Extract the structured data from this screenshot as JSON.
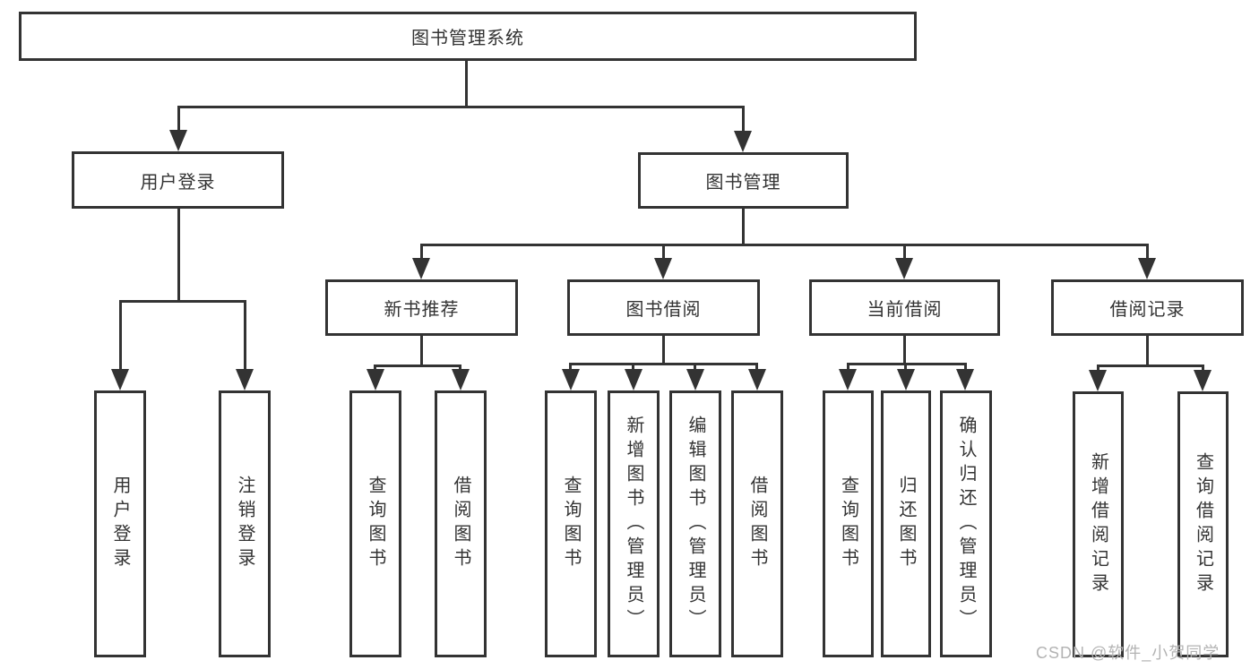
{
  "diagram": {
    "tree": {
      "label": "图书管理系统",
      "children": [
        {
          "label": "用户登录",
          "children": [
            {
              "label": "用户登录"
            },
            {
              "label": "注销登录"
            }
          ]
        },
        {
          "label": "图书管理",
          "children": [
            {
              "label": "新书推荐",
              "children": [
                {
                  "label": "查询图书"
                },
                {
                  "label": "借阅图书"
                }
              ]
            },
            {
              "label": "图书借阅",
              "children": [
                {
                  "label": "查询图书"
                },
                {
                  "label": "新增图书（管理员）"
                },
                {
                  "label": "编辑图书（管理员）"
                },
                {
                  "label": "借阅图书"
                }
              ]
            },
            {
              "label": "当前借阅",
              "children": [
                {
                  "label": "查询图书"
                },
                {
                  "label": "归还图书"
                },
                {
                  "label": "确认归还（管理员）"
                }
              ]
            },
            {
              "label": "借阅记录",
              "children": [
                {
                  "label": "新增借阅记录"
                },
                {
                  "label": "查询借阅记录"
                }
              ]
            }
          ]
        }
      ]
    },
    "colors": {
      "line": "#333333",
      "text": "#333333",
      "background": "#ffffff",
      "watermark": "#b3b3b3"
    }
  },
  "watermark": {
    "text": "CSDN @软件_小贺同学"
  }
}
